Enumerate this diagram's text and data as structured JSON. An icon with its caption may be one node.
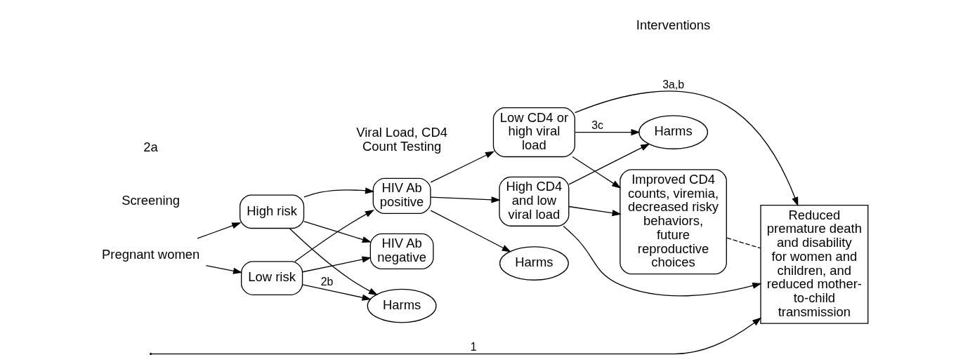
{
  "diagram": {
    "nodes": [
      {
        "text": [
          "Pregnant women"
        ]
      },
      {
        "text": [
          "Low risk"
        ]
      },
      {
        "text": [
          "High risk"
        ]
      },
      {
        "text": [
          "HIV Ab positive"
        ]
      },
      {
        "text": [
          "HIV Ab negative"
        ]
      },
      {
        "text": [
          "Low CD4 or high viral load"
        ]
      },
      {
        "text": [
          "High CD4 and low viral load"
        ]
      },
      {
        "text": [
          "Improved CD4 counts, viremia, decreased risky behaviors, future reproductive choices"
        ]
      },
      {
        "text": [
          "Reduced premature death and disability for women and children, and reduced mother-to-child transmission"
        ]
      },
      {
        "text": [
          "Harms"
        ]
      },
      {
        "text": [
          "Harms"
        ]
      },
      {
        "text": [
          "Harms"
        ]
      }
    ],
    "edges": [
      {
        "from": 0,
        "to": 1,
        "arrow": "to"
      },
      {
        "from": 0,
        "to": 2,
        "arrow": "to"
      },
      {
        "from": 1,
        "to": 3,
        "arrow": "to"
      },
      {
        "from": 1,
        "to": 4,
        "arrow": "to"
      },
      {
        "from": 2,
        "to": 3,
        "arrow": "to"
      },
      {
        "from": 2,
        "to": 4,
        "arrow": "to"
      },
      {
        "from": 1,
        "to": 9,
        "arrow": "to",
        "label": "2b"
      },
      {
        "from": 2,
        "to": 9,
        "arrow": "to"
      },
      {
        "from": 3,
        "to": 5,
        "arrow": "to"
      },
      {
        "from": 3,
        "to": 6,
        "arrow": "to"
      },
      {
        "from": 3,
        "to": 10,
        "arrow": "to"
      },
      {
        "from": 5,
        "to": 7,
        "arrow": "to"
      },
      {
        "from": 6,
        "to": 7,
        "arrow": "to"
      },
      {
        "from": 5,
        "to": 8,
        "arrow": "to",
        "label": "3a,b"
      },
      {
        "from": 6,
        "to": 8,
        "arrow": "to"
      },
      {
        "from": 5,
        "to": 11,
        "arrow": "to",
        "label": "3c"
      },
      {
        "from": 6,
        "to": 11,
        "arrow": "to"
      },
      {
        "from": 7,
        "to": 8,
        "arrow": "none",
        "style": "dashed"
      },
      {
        "from": null,
        "to": 8,
        "arrow": "to",
        "label": "1"
      }
    ],
    "labels": [
      "Interventions",
      "Screening",
      "2a",
      "Viral Load, CD4 Count Testing"
    ]
  }
}
